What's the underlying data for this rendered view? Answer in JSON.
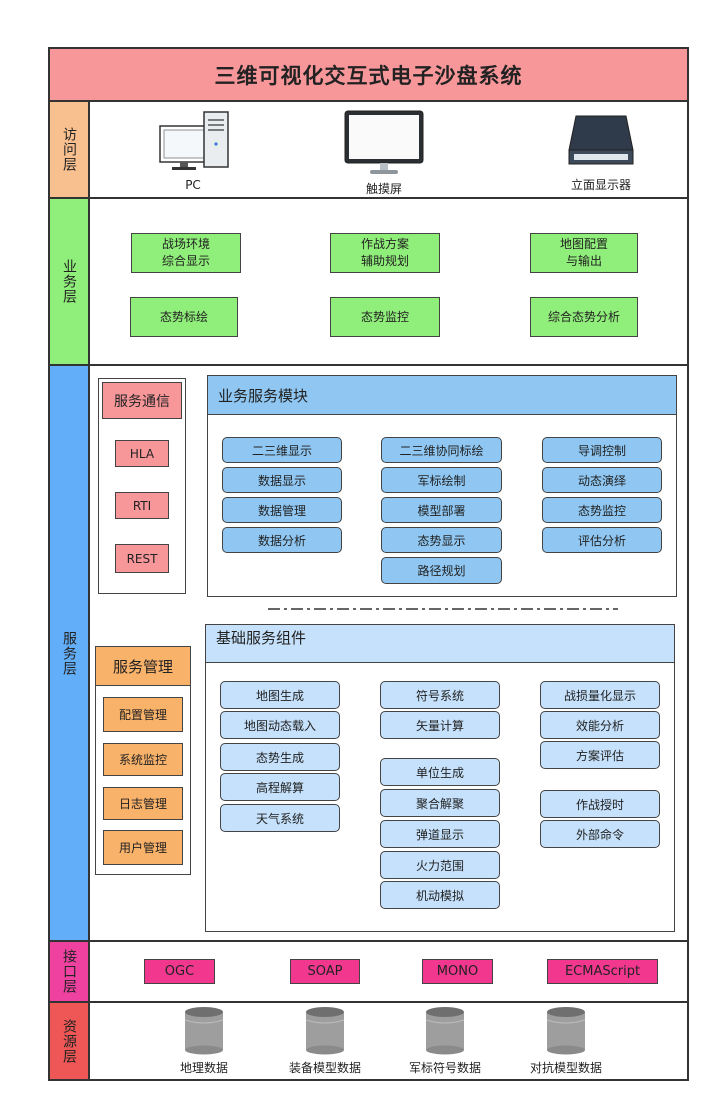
{
  "title": "三维可视化交互式电子沙盘系统",
  "layers": {
    "access": "访问层",
    "business": "业务层",
    "service": "服务层",
    "interface": "接口层",
    "resource": "资源层"
  },
  "colors": {
    "title_bg": "#f8979a",
    "access": "#f9c08f",
    "business": "#90ee7a",
    "service": "#63aef8",
    "interface": "#ef41a0",
    "resource": "#ef5757"
  },
  "devices": [
    {
      "icon": "pc-icon",
      "label": "PC"
    },
    {
      "icon": "touchscreen-icon",
      "label": "触摸屏"
    },
    {
      "icon": "tabletop-display-icon",
      "label": "立面显示器"
    }
  ],
  "business": {
    "row1": [
      "战场环境\n综合显示",
      "作战方案\n辅助规划",
      "地图配置\n与输出"
    ],
    "row2": [
      "态势标绘",
      "态势监控",
      "综合态势分析"
    ]
  },
  "service_comm": {
    "title": "服务通信",
    "items": [
      "HLA",
      "RTI",
      "REST"
    ]
  },
  "business_service": {
    "title": "业务服务模块",
    "col1": [
      "二三维显示",
      "数据显示",
      "数据管理",
      "数据分析"
    ],
    "col2": [
      "二三维协同标绘",
      "军标绘制",
      "模型部署",
      "态势显示",
      "路径规划"
    ],
    "col3": [
      "导调控制",
      "动态演绎",
      "态势监控",
      "评估分析"
    ]
  },
  "service_mgmt": {
    "title": "服务管理",
    "items": [
      "配置管理",
      "系统监控",
      "日志管理",
      "用户管理"
    ]
  },
  "base_components": {
    "title": "基础服务组件",
    "col1": [
      "地图生成",
      "地图动态载入",
      "态势生成",
      "高程解算",
      "天气系统"
    ],
    "col2a": [
      "符号系统",
      "矢量计算"
    ],
    "col2b": [
      "单位生成",
      "聚合解聚",
      "弹道显示",
      "火力范围",
      "机动模拟"
    ],
    "col3a": [
      "战损量化显示",
      "效能分析",
      "方案评估"
    ],
    "col3b": [
      "作战授时",
      "外部命令"
    ]
  },
  "interfaces": [
    "OGC",
    "SOAP",
    "MONO",
    "ECMAScript"
  ],
  "resources": [
    "地理数据",
    "装备模型数据",
    "军标符号数据",
    "对抗模型数据"
  ]
}
